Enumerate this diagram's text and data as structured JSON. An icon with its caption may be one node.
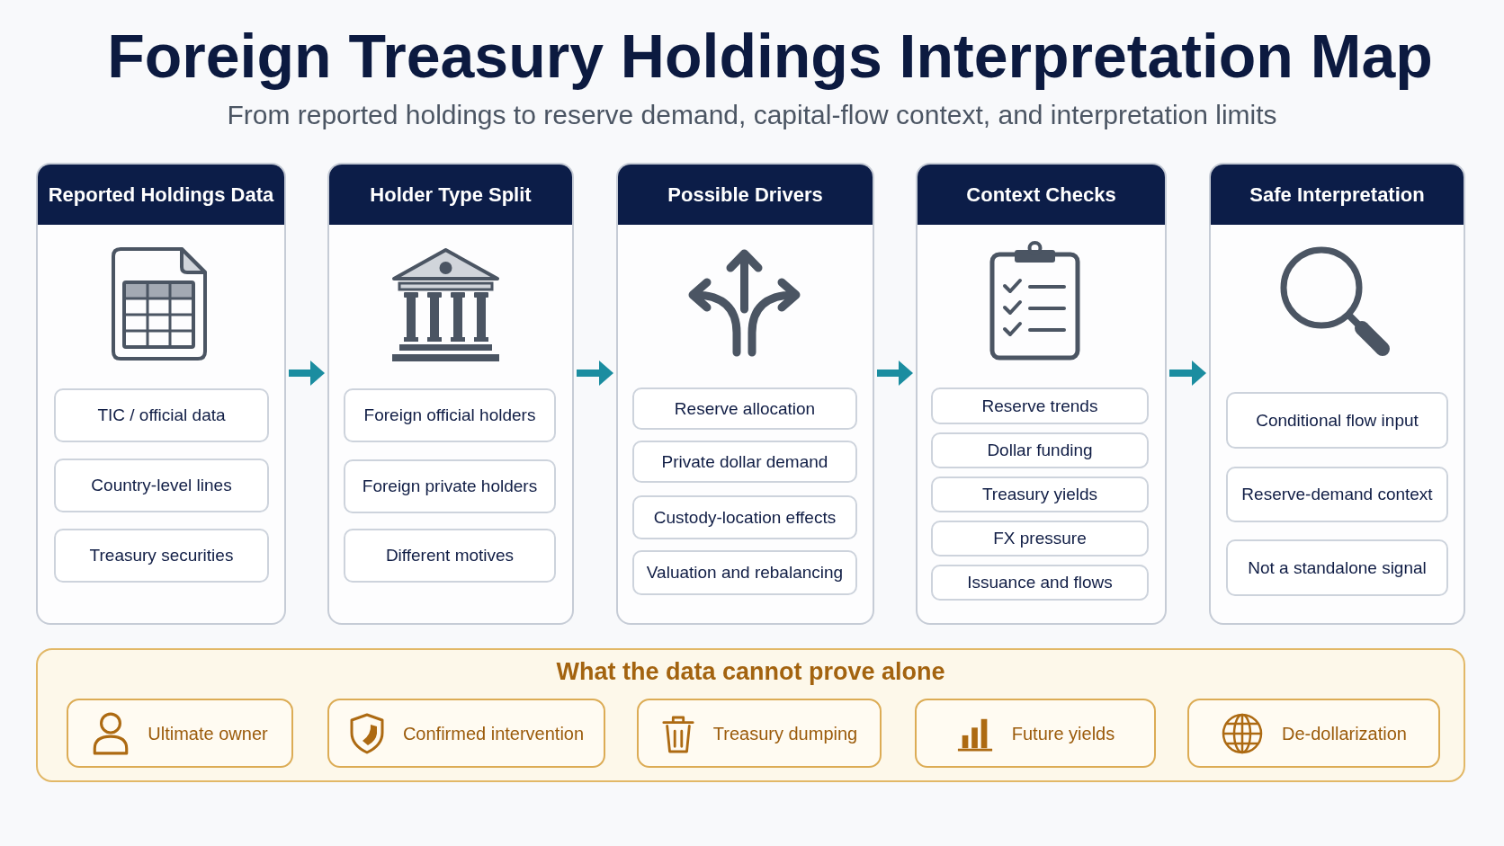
{
  "diagram": {
    "title": "Foreign Treasury Holdings Interpretation Map",
    "nodes": [
      {
        "text": [
          "Reported Holdings Data"
        ]
      },
      {
        "text": [
          "TIC / official data"
        ],
        "in": 0
      },
      {
        "text": [
          "Country-level lines"
        ],
        "in": 0
      },
      {
        "text": [
          "Treasury securities"
        ],
        "in": 0
      },
      {
        "text": [
          "Holder Type Split"
        ]
      },
      {
        "text": [
          "Foreign official holders"
        ],
        "in": 4
      },
      {
        "text": [
          "Foreign private holders"
        ],
        "in": 4
      },
      {
        "text": [
          "Different motives"
        ],
        "in": 4
      },
      {
        "text": [
          "Possible Drivers"
        ]
      },
      {
        "text": [
          "Reserve allocation"
        ],
        "in": 8
      },
      {
        "text": [
          "Private dollar demand"
        ],
        "in": 8
      },
      {
        "text": [
          "Custody-location effects"
        ],
        "in": 8
      },
      {
        "text": [
          "Valuation and rebalancing"
        ],
        "in": 8
      },
      {
        "text": [
          "Context Checks"
        ]
      },
      {
        "text": [
          "Reserve trends"
        ],
        "in": 13
      },
      {
        "text": [
          "Dollar funding"
        ],
        "in": 13
      },
      {
        "text": [
          "Treasury yields"
        ],
        "in": 13
      },
      {
        "text": [
          "FX pressure"
        ],
        "in": 13
      },
      {
        "text": [
          "Issuance and flows"
        ],
        "in": 13
      },
      {
        "text": [
          "Safe Interpretation"
        ]
      },
      {
        "text": [
          "Conditional flow input"
        ],
        "in": 19
      },
      {
        "text": [
          "Reserve-demand context"
        ],
        "in": 19
      },
      {
        "text": [
          "Not a standalone signal"
        ],
        "in": 19
      },
      {
        "text": [
          "What the data cannot prove alone"
        ]
      },
      {
        "text": [
          "Ultimate owner"
        ],
        "in": 23
      },
      {
        "text": [
          "Confirmed intervention"
        ],
        "in": 23
      },
      {
        "text": [
          "Treasury dumping"
        ],
        "in": 23
      },
      {
        "text": [
          "Future yields"
        ],
        "in": 23
      },
      {
        "text": [
          "De-dollarization"
        ],
        "in": 23
      }
    ],
    "edges": [
      {
        "from": 0,
        "to": 4,
        "arrow": "to"
      },
      {
        "from": 4,
        "to": 8,
        "arrow": "to"
      },
      {
        "from": 8,
        "to": 13,
        "arrow": "to"
      },
      {
        "from": 13,
        "to": 19,
        "arrow": "to"
      }
    ],
    "labels": [
      "From reported holdings to reserve demand, capital-flow context, and interpretation limits"
    ]
  }
}
